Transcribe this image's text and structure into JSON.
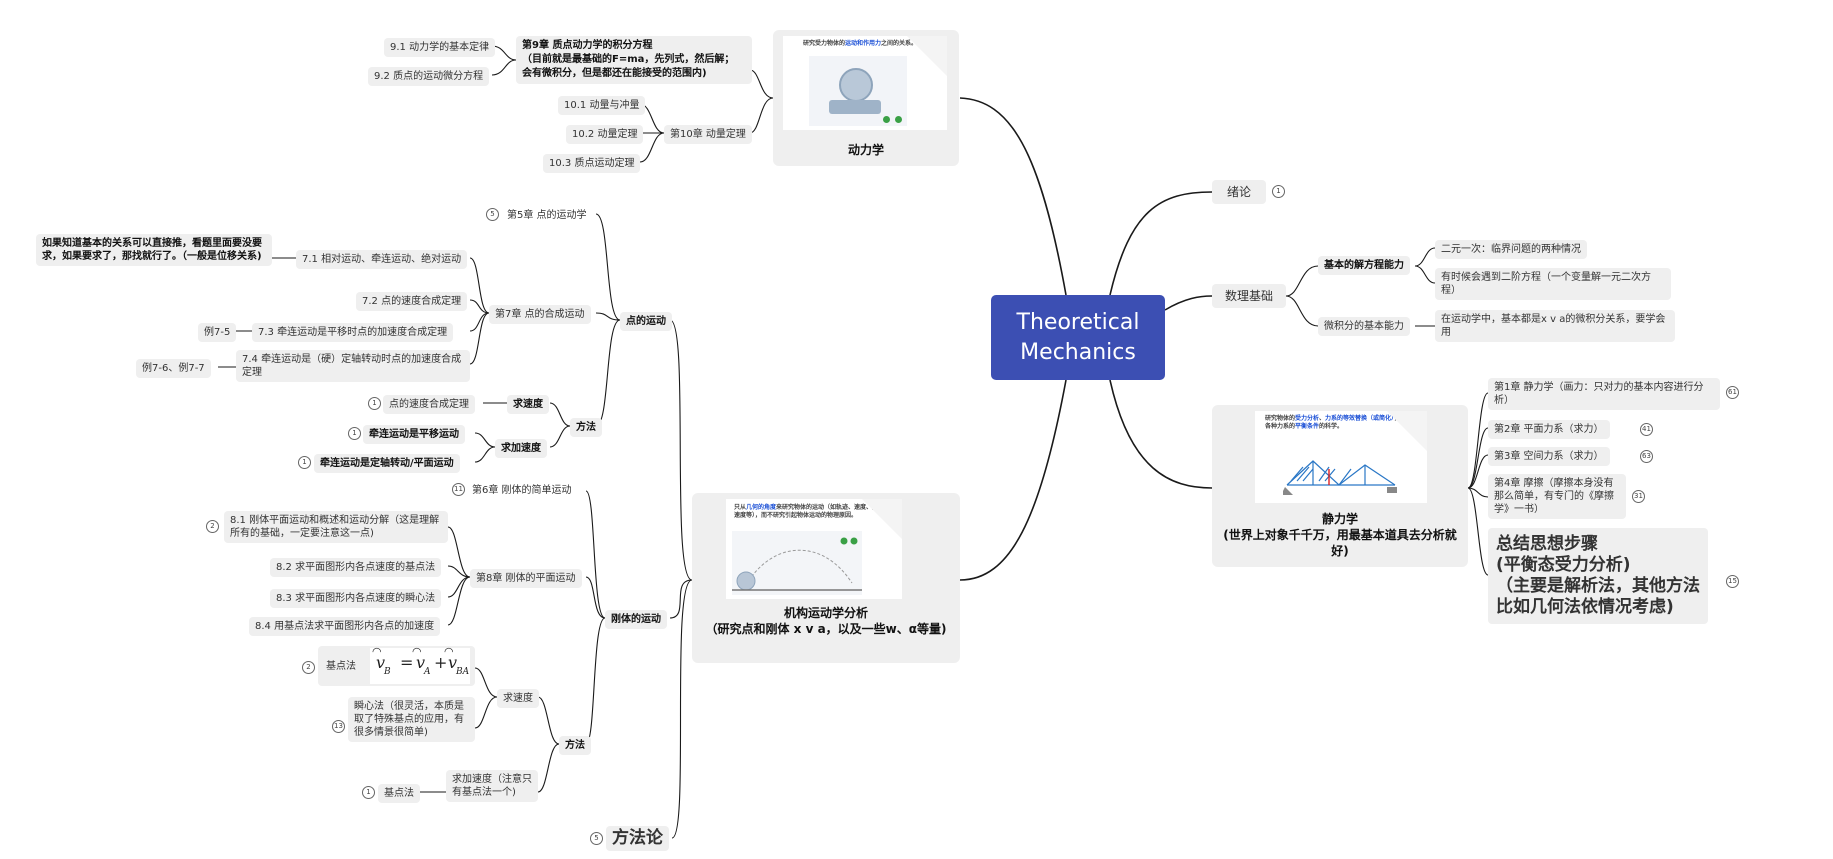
{
  "root": {
    "line1": "Theoretical",
    "line2": "Mechanics"
  },
  "right": {
    "intro": {
      "label": "绪论",
      "count": "1"
    },
    "math": {
      "label": "数理基础",
      "solve": {
        "label": "基本的解方程能力",
        "items": [
          "二元一次：临界问题的两种情况",
          "有时候会遇到二阶方程（一个变量解一元二次方程）"
        ]
      },
      "calc": {
        "label": "微积分的基本能力",
        "detail": "在运动学中，基本都是x v a的微积分关系，要学会用"
      }
    },
    "statics": {
      "title": "静力学",
      "subtitle": "(世界上对象千千万，用最基本道具去分析就好)",
      "thumb_text_1": "研究物体的",
      "thumb_text_hl1": "受力分析",
      "thumb_text_2": "、",
      "thumb_text_hl2": "力系的等效替换（或简化）",
      "thumb_text_3": "，建立各种力系的",
      "thumb_text_hl3": "平衡条件",
      "thumb_text_4": "的科学。",
      "chapters": [
        {
          "text": "第1章 静力学（画力：只对力的基本内容进行分析）",
          "count": "61"
        },
        {
          "text": "第2章 平面力系（求力）",
          "count": "41"
        },
        {
          "text": "第3章 空间力系（求力）",
          "count": "63"
        },
        {
          "text": "第4章 摩擦（摩擦本身没有那么简单，有专门的《摩擦学》一书）",
          "count": "31"
        }
      ],
      "summary": {
        "line1": "总结思想步骤",
        "line2": "(平衡态受力分析)",
        "line3": "（主要是解析法，其他方法比如几何法依情况考虑)",
        "count": "15"
      }
    }
  },
  "dynamics": {
    "title": "动力学",
    "thumb_text_1": "研究受力物体的",
    "thumb_text_hl": "运动和作用力",
    "thumb_text_2": "之间的关系。",
    "ch9": {
      "label_l1": "第9章 质点动力学的积分方程",
      "label_l2": "（目前就是最基础的F=ma，先列式，然后解；",
      "label_l3": "会有微积分，但是都还在能接受的范围内)",
      "items": [
        "9.1 动力学的基本定律",
        "9.2 质点的运动微分方程"
      ]
    },
    "ch10": {
      "label": "第10章 动量定理",
      "items": [
        "10.1 动量与冲量",
        "10.2 动量定理",
        "10.3 质点运动定理"
      ]
    }
  },
  "kinematics": {
    "title_l1": "机构运动学分析",
    "title_l2": "（研究点和刚体 x v a，以及一些w、α等量)",
    "thumb_text_1": "只从",
    "thumb_text_hl": "几何的角度",
    "thumb_text_2": "来研究物体的运动（如轨迹、速度、加速度等），而不研究引起物体运动的物理原因。",
    "point": {
      "label": "点的运动",
      "ch5": {
        "label": "第5章 点的运动学",
        "count": "5"
      },
      "ch7": {
        "label": "第7章 点的合成运动",
        "items": [
          {
            "text": "7.1 相对运动、牵连运动、绝对运动",
            "note": "如果知道基本的关系可以直接推，看题里面要没要求，如果要求了，那找就行了。（一般是位移关系)"
          },
          {
            "text": "7.2 点的速度合成定理"
          },
          {
            "text": "7.3 牵连运动是平移时点的加速度合成定理",
            "note": "例7-5"
          },
          {
            "text": "7.4 牵连运动是（硬）定轴转动时点的加速度合成定理",
            "note": "例7-6、例7-7"
          }
        ]
      },
      "method": {
        "label": "方法",
        "velocity": {
          "label": "求速度",
          "items": [
            {
              "text": "点的速度合成定理",
              "count": "1"
            }
          ]
        },
        "accel": {
          "label": "求加速度",
          "items": [
            {
              "text": "牵连运动是平移运动",
              "count": "1"
            },
            {
              "text": "牵连运动是定轴转动/平面运动",
              "count": "1"
            }
          ]
        }
      }
    },
    "rigid": {
      "label": "刚体的运动",
      "ch6": {
        "label": "第6章 刚体的简单运动",
        "count": "11"
      },
      "ch8": {
        "label": "第8章 刚体的平面运动",
        "items": [
          {
            "text": "8.1 刚体平面运动和概述和运动分解（这是理解所有的基础，一定要注意这一点)",
            "count": "2"
          },
          {
            "text": "8.2 求平面图形内各点速度的基点法"
          },
          {
            "text": "8.3 求平面图形内各点速度的瞬心法"
          },
          {
            "text": "8.4 用基点法求平面图形内各点的加速度"
          }
        ]
      },
      "method": {
        "label": "方法",
        "velocity": {
          "label": "求速度",
          "base": {
            "text": "基点法",
            "count": "2",
            "formula": {
              "v": "v",
              "sB": "B",
              "eq": "=",
              "sA": "A",
              "plus": "+",
              "sBA": "BA"
            }
          },
          "instant": {
            "text": "瞬心法（很灵活，本质是取了特殊基点的应用，有很多情景很简单)",
            "count": "13"
          }
        },
        "accel": {
          "label": "求加速度（注意只有基点法一个)",
          "base": {
            "text": "基点法",
            "count": "1"
          }
        }
      }
    },
    "methodology": {
      "label": "方法论",
      "count": "5"
    }
  },
  "colors": {
    "root": "#3c4fb3",
    "node": "#efefef",
    "line": "#1a1a1a",
    "link": "#1a4fd6"
  }
}
